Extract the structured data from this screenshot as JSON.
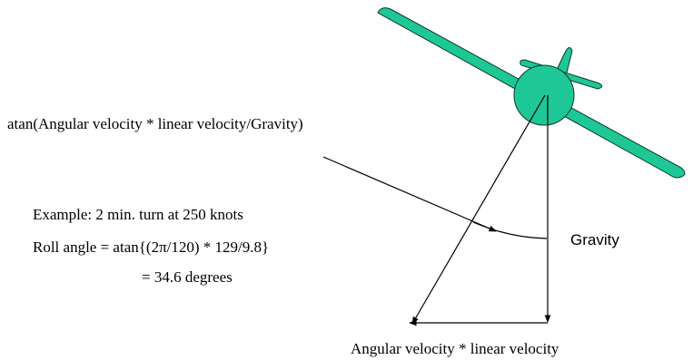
{
  "diagram": {
    "formula_label": "atan(Angular velocity * linear velocity/Gravity)",
    "example": {
      "line1": "Example: 2 min. turn at 250 knots",
      "line2_prefix": "Roll angle = atan{(2",
      "line2_pi": "π",
      "line2_suffix": "/120) * 129/9.8}",
      "line3": "= 34.6 degrees"
    },
    "gravity_label": "Gravity",
    "bottom_label": "Angular velocity * linear velocity"
  },
  "colors": {
    "aircraft_fill": "#1ec896",
    "line": "#000000"
  }
}
